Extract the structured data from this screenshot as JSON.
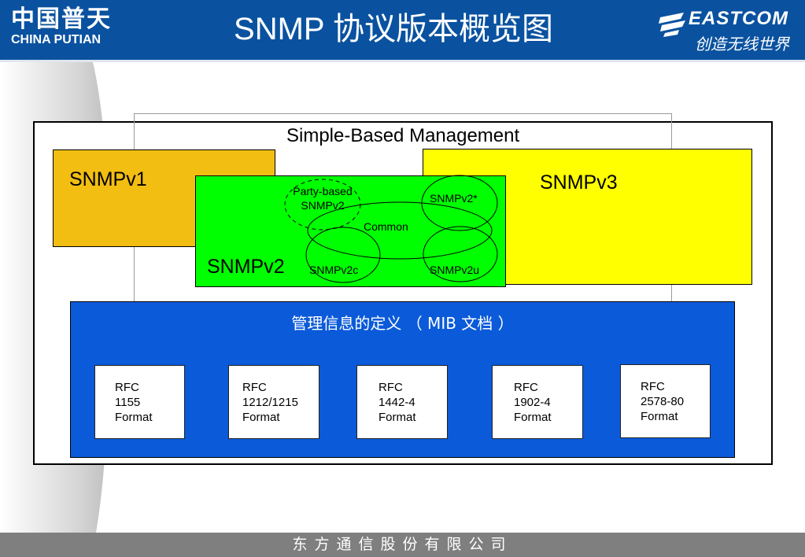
{
  "header": {
    "logo_left_cn": "中国普天",
    "logo_left_en": "CHINA PUTIAN",
    "title": "SNMP 协议版本概览图",
    "logo_right_brand": "EASTCOM",
    "logo_right_slogan": "创造无线世界"
  },
  "diagram": {
    "frame_label": "Simple-Based Management",
    "v1": "SNMPv1",
    "v2": "SNMPv2",
    "v3": "SNMPv3",
    "party_line1": "Party-based",
    "party_line2": "SNMPv2",
    "v2star": "SNMPv2*",
    "common": "Common",
    "v2c": "SNMPv2c",
    "v2u": "SNMPv2u",
    "mib_title": "管理信息的定义 （ MIB 文档 ）",
    "rfcs": [
      {
        "line1": "RFC",
        "line2": "1155",
        "line3": "Format"
      },
      {
        "line1": "RFC",
        "line2": "1212/1215",
        "line3": "Format"
      },
      {
        "line1": "RFC",
        "line2": "1442-4",
        "line3": "Format"
      },
      {
        "line1": "RFC",
        "line2": "1902-4",
        "line3": "Format"
      },
      {
        "line1": "RFC",
        "line2": "2578-80",
        "line3": "Format"
      }
    ],
    "colors": {
      "v1": "#f3be12",
      "v2": "#00ff00",
      "v3": "#ffff00",
      "mib": "#0b5ad9"
    }
  },
  "footer": {
    "company": "东方通信股份有限公司"
  }
}
